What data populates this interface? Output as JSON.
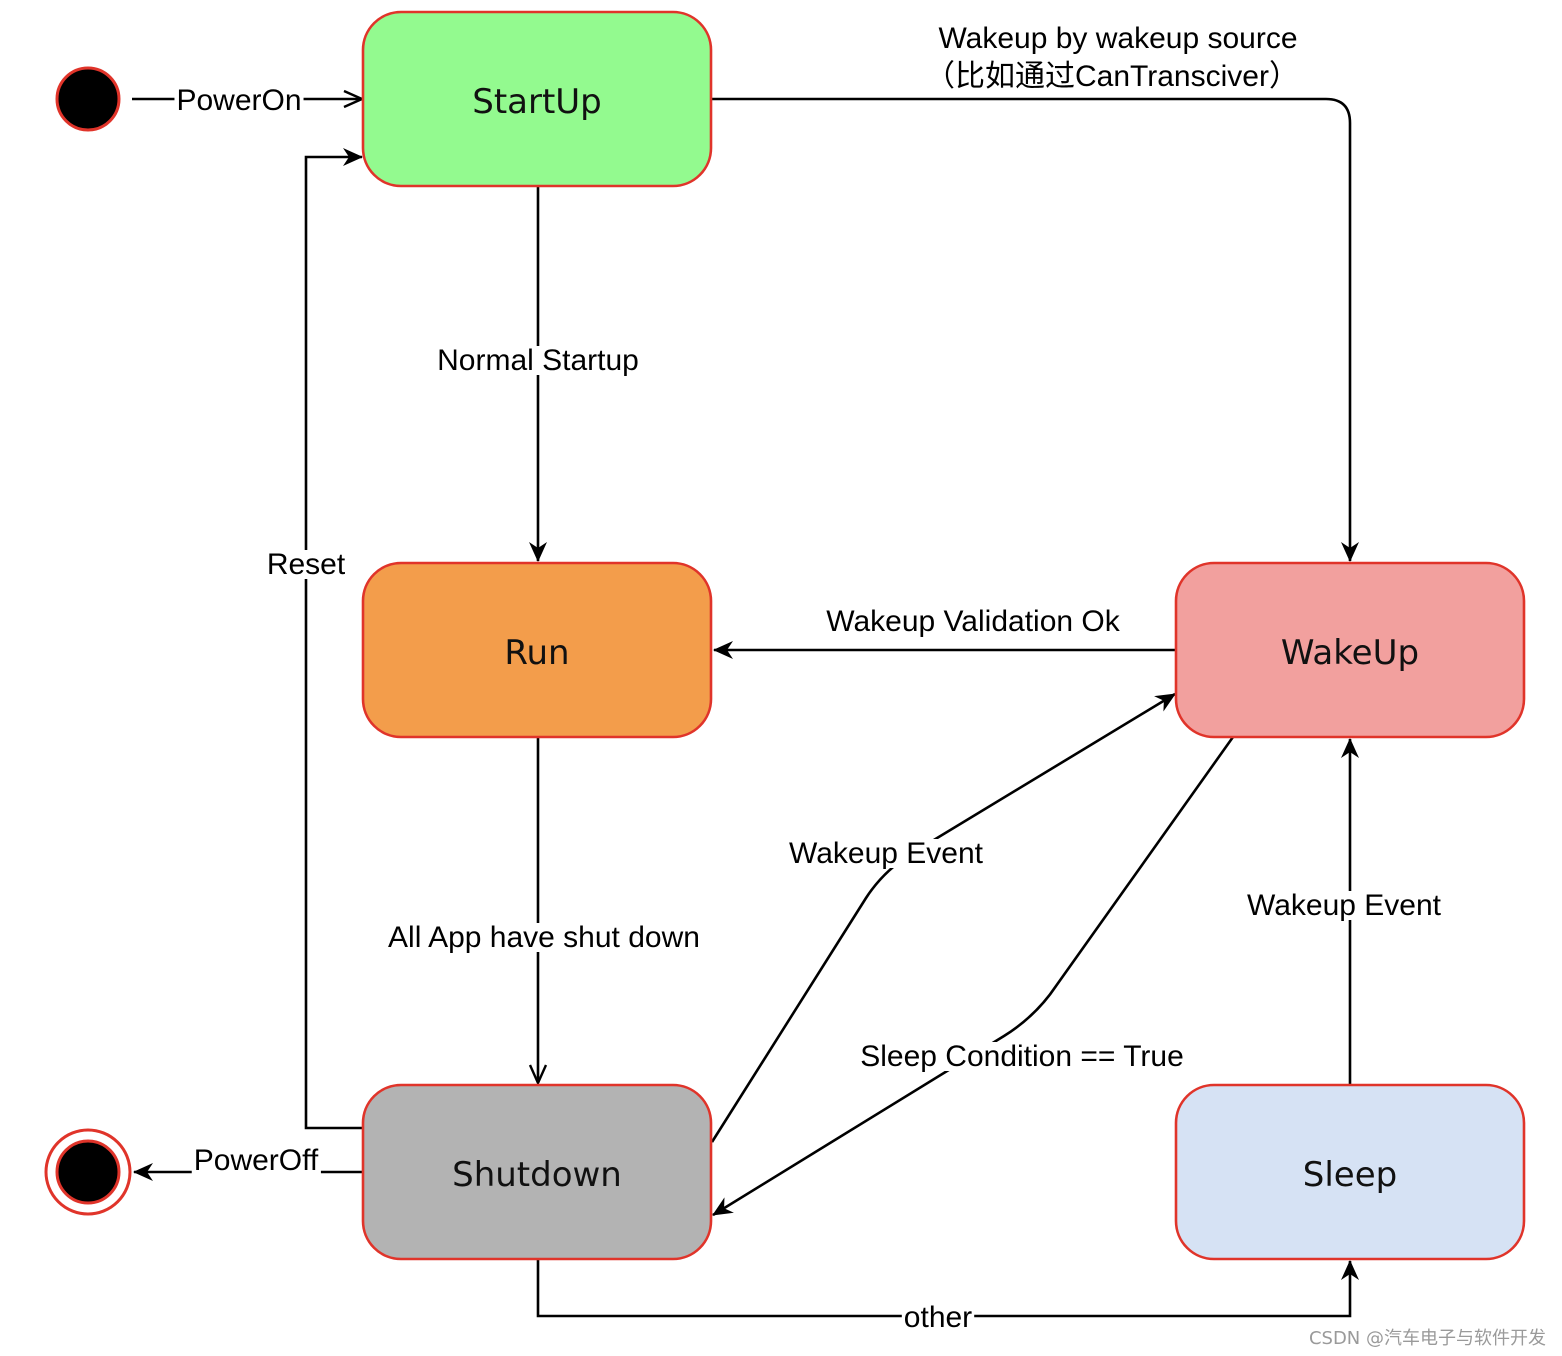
{
  "colors": {
    "node_border": "#e0342a",
    "startup": "#93fa8f",
    "run": "#f39d4b",
    "wakeup": "#f2a09e",
    "shutdown": "#b3b3b3",
    "sleep": "#d6e2f4",
    "pseudo_state": "#000000",
    "edge": "#000000"
  },
  "states": {
    "startup": "StartUp",
    "run": "Run",
    "wakeup": "WakeUp",
    "shutdown": "Shutdown",
    "sleep": "Sleep"
  },
  "transitions": {
    "power_on": "PowerOn",
    "power_off": "PowerOff",
    "normal_startup": "Normal Startup",
    "reset": "Reset",
    "wakeup_by_source_line1": "Wakeup by wakeup source",
    "wakeup_by_source_line2": "（比如通过CanTransciver）",
    "wakeup_validation_ok": "Wakeup Validation Ok",
    "all_app_shut_down": "All App have shut down",
    "wakeup_event_shutdown": "Wakeup Event",
    "wakeup_event_sleep": "Wakeup Event",
    "sleep_condition": "Sleep Condition == True",
    "other": "other"
  },
  "watermark": "CSDN @汽车电子与软件开发"
}
